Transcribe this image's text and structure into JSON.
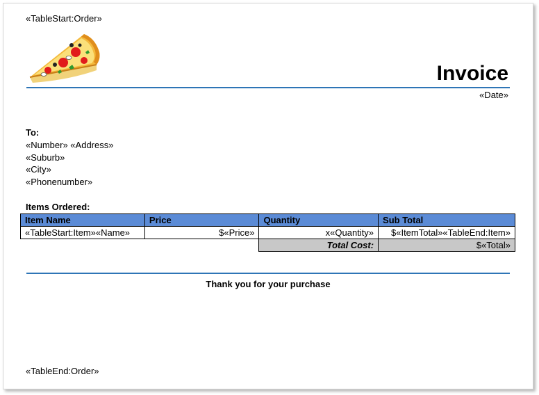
{
  "header": {
    "table_start_order": "«TableStart:Order»",
    "logo_icon": "pizza-slice-icon",
    "title": "Invoice",
    "date": "«Date»"
  },
  "recipient": {
    "label": "To:",
    "address_line": "«Number» «Address»",
    "suburb": "«Suburb»",
    "city": "«City»",
    "phone": "«Phonenumber»"
  },
  "items": {
    "label": "Items Ordered:",
    "columns": [
      "Item Name",
      "Price",
      "Quantity",
      "Sub Total"
    ],
    "row": [
      "«TableStart:Item»«Name»",
      "$«Price»",
      "x«Quantity»",
      "$«ItemTotal»«TableEnd:Item»"
    ],
    "total_label": "Total Cost:",
    "total_value": "$«Total»"
  },
  "footer": {
    "thanks": "Thank you for your purchase",
    "table_end_order": "«TableEnd:Order»"
  },
  "colors": {
    "rule": "#2e75b6",
    "header_fill": "#5b8bd6",
    "total_fill": "#c8c8c8"
  }
}
